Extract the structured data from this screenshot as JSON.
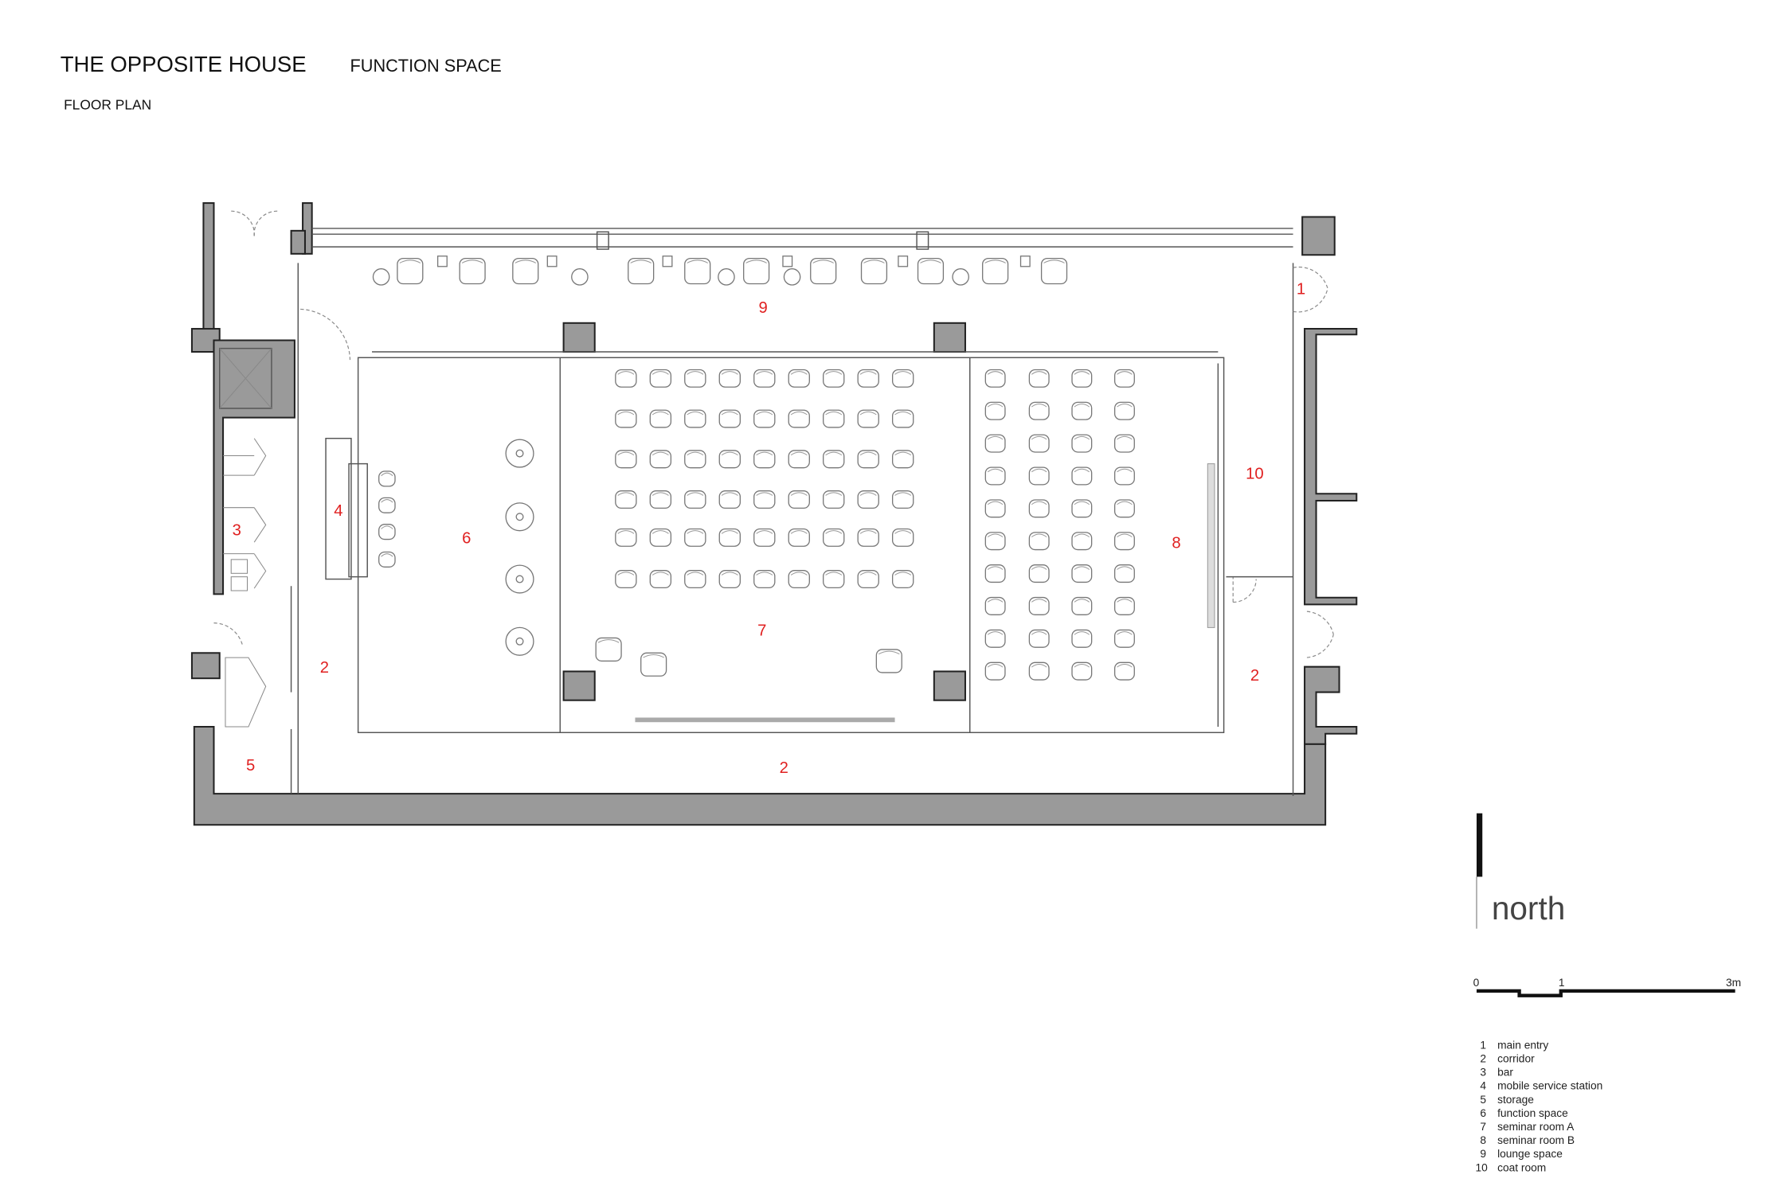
{
  "header": {
    "title": "THE OPPOSITE HOUSE",
    "subtitle": "FUNCTION SPACE",
    "plan_label": "FLOOR PLAN"
  },
  "room_labels": [
    {
      "id": "lounge",
      "text": "9"
    },
    {
      "id": "main-entry",
      "text": "1"
    },
    {
      "id": "coat-room",
      "text": "10"
    },
    {
      "id": "seminar-b",
      "text": "8"
    },
    {
      "id": "seminar-a",
      "text": "7"
    },
    {
      "id": "function-space",
      "text": "6"
    },
    {
      "id": "service-station",
      "text": "4"
    },
    {
      "id": "bar",
      "text": "3"
    },
    {
      "id": "corridor-west",
      "text": "2"
    },
    {
      "id": "corridor-east",
      "text": "2"
    },
    {
      "id": "corridor-south",
      "text": "2"
    },
    {
      "id": "storage",
      "text": "5"
    }
  ],
  "north": {
    "label": "north"
  },
  "scale_bar": {
    "ticks": [
      "0",
      "1",
      "3m"
    ]
  },
  "legend": [
    {
      "num": "1",
      "text": "main entry"
    },
    {
      "num": "2",
      "text": "corridor"
    },
    {
      "num": "3",
      "text": "bar"
    },
    {
      "num": "4",
      "text": "mobile service station"
    },
    {
      "num": "5",
      "text": "storage"
    },
    {
      "num": "6",
      "text": "function space"
    },
    {
      "num": "7",
      "text": "seminar room A"
    },
    {
      "num": "8",
      "text": "seminar room B"
    },
    {
      "num": "9",
      "text": "lounge space"
    },
    {
      "num": "10",
      "text": "coat room"
    }
  ],
  "colors": {
    "label": "#e02020",
    "wall": "#9a9a9a"
  }
}
